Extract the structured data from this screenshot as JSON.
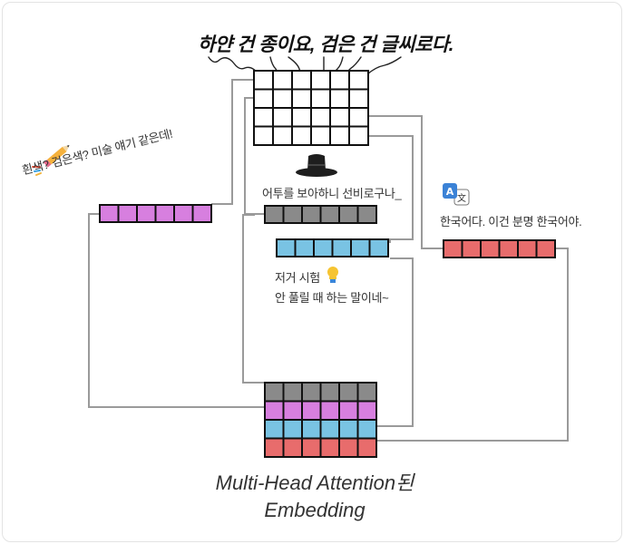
{
  "title": "하얀 건 종이요, 검은 건 글씨로다.",
  "notes": {
    "color_guess": "흰색? 검은색? 미술 얘기 같은데!",
    "scholar": "어투를 보아하니 선비로구나_",
    "korean": "한국어다. 이건 분명 한국어야.",
    "exam_line1": "저거 시험",
    "exam_line2": "안 풀릴 때 하는 말이네~"
  },
  "caption": {
    "line1": "Multi-Head Attention된",
    "line2": "Embedding"
  },
  "icons": [
    "pencil-icon",
    "gat-hat-icon",
    "translate-icon",
    "lightbulb-icon"
  ],
  "colors": {
    "purple": "#d77fdf",
    "gray": "#8a8a8a",
    "blue": "#79c3e3",
    "red": "#e86c6c",
    "line": "#9a9a9a",
    "hat": "#1e1e1e"
  }
}
